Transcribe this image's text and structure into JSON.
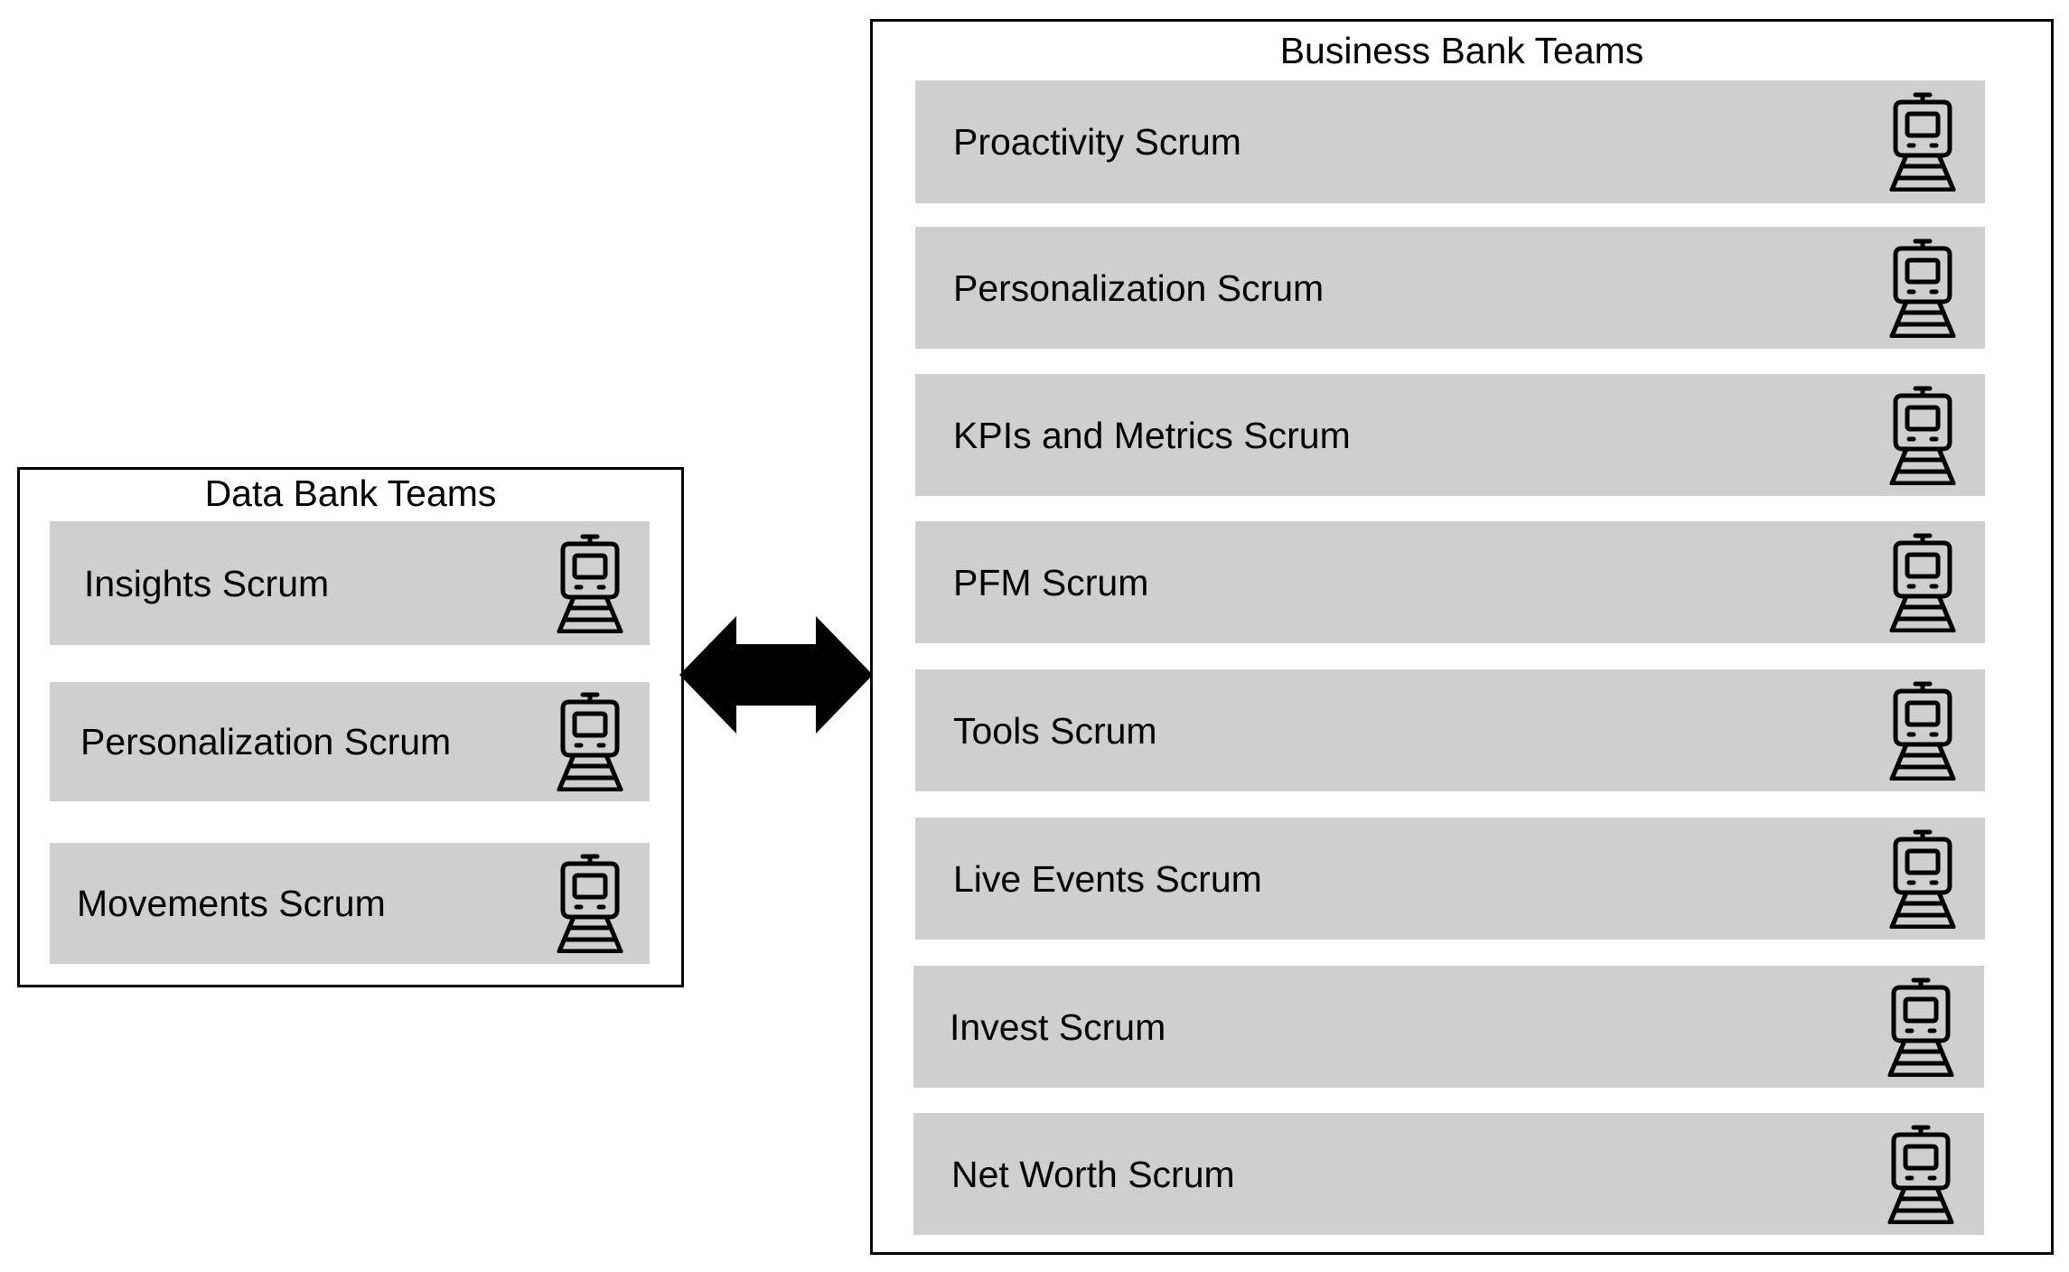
{
  "data_bank": {
    "title": "Data Bank Teams",
    "teams": [
      {
        "label": "Insights Scrum",
        "icon": "train-icon"
      },
      {
        "label": "Personalization Scrum",
        "icon": "train-icon"
      },
      {
        "label": "Movements Scrum",
        "icon": "train-icon"
      }
    ]
  },
  "business_bank": {
    "title": "Business Bank Teams",
    "teams": [
      {
        "label": "Proactivity Scrum",
        "icon": "train-icon"
      },
      {
        "label": "Personalization Scrum",
        "icon": "train-icon"
      },
      {
        "label": "KPIs and Metrics Scrum",
        "icon": "train-icon"
      },
      {
        "label": "PFM Scrum",
        "icon": "train-icon"
      },
      {
        "label": "Tools Scrum",
        "icon": "train-icon"
      },
      {
        "label": "Live Events Scrum",
        "icon": "train-icon"
      },
      {
        "label": "Invest Scrum",
        "icon": "train-icon"
      },
      {
        "label": "Net Worth Scrum",
        "icon": "train-icon"
      }
    ]
  },
  "connector": {
    "icon": "double-arrow-icon"
  },
  "colors": {
    "box_fill": "#d0cfcf",
    "border": "#000000",
    "background": "#ffffff"
  }
}
